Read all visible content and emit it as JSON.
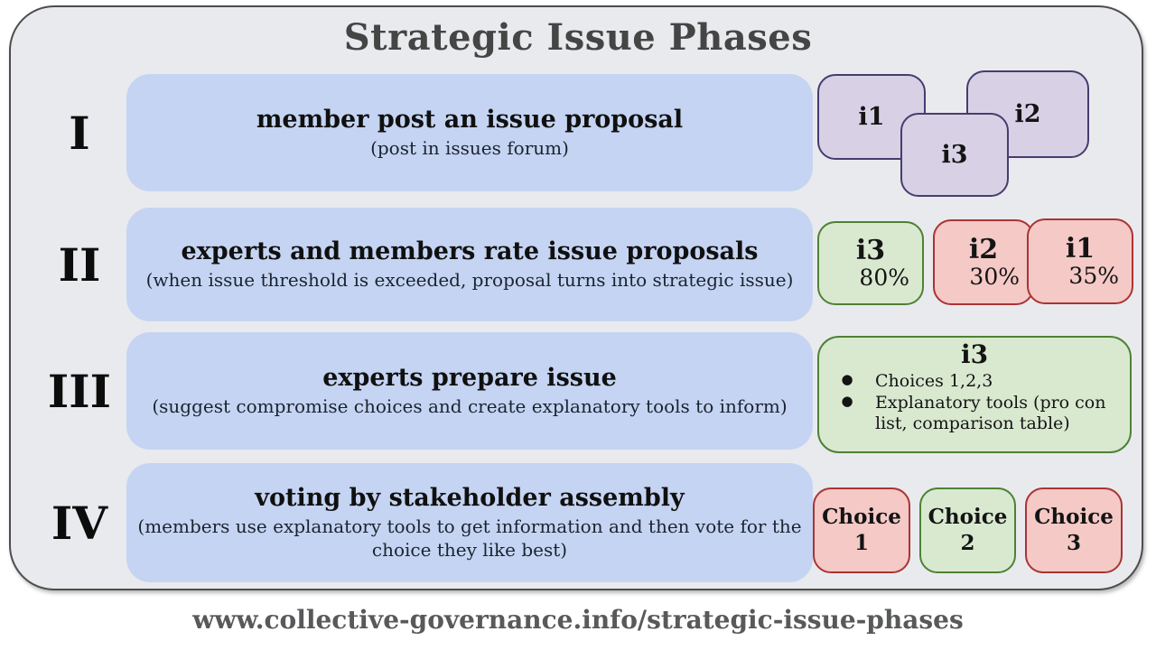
{
  "title": "Strategic Issue Phases",
  "footer_url": "www.collective-governance.info/strategic-issue-phases",
  "colors": {
    "frame_background": "#e9eaed",
    "phase_row_blue": "#c5d4f2",
    "issue_purple_fill": "#d8d1e6",
    "issue_purple_border": "#483c6d",
    "accepted_green_fill": "#d9e9d0",
    "accepted_green_border": "#4e8135",
    "rejected_red_fill": "#f4c9c6",
    "rejected_red_border": "#a93434"
  },
  "phases": [
    {
      "numeral": "I",
      "heading": "member post an issue proposal",
      "subheading": "(post in issues forum)"
    },
    {
      "numeral": "II",
      "heading": "experts and members rate issue proposals",
      "subheading": "(when issue threshold is exceeded, proposal turns into strategic issue)"
    },
    {
      "numeral": "III",
      "heading": "experts prepare issue",
      "subheading": "(suggest compromise choices and create explanatory tools to inform)"
    },
    {
      "numeral": "IV",
      "heading": "voting by stakeholder assembly",
      "subheading": "(members use explanatory tools to get information and then vote for the choice they like best)"
    }
  ],
  "issue_pool": {
    "cards": [
      {
        "label": "i1"
      },
      {
        "label": "i2"
      },
      {
        "label": "i3"
      }
    ]
  },
  "ratings": {
    "cards": [
      {
        "label": "i3",
        "value": "80%",
        "status": "green"
      },
      {
        "label": "i2",
        "value": "30%",
        "status": "red"
      },
      {
        "label": "i1",
        "value": "35%",
        "status": "red"
      }
    ]
  },
  "prepared_issue": {
    "label": "i3",
    "bullet_char": "●",
    "bullets": [
      "Choices 1,2,3",
      "Explanatory tools (pro con list, comparison table)"
    ]
  },
  "voting": {
    "cards": [
      {
        "label": "Choice 1",
        "status": "red"
      },
      {
        "label": "Choice 2",
        "status": "green"
      },
      {
        "label": "Choice 3",
        "status": "red"
      }
    ]
  }
}
